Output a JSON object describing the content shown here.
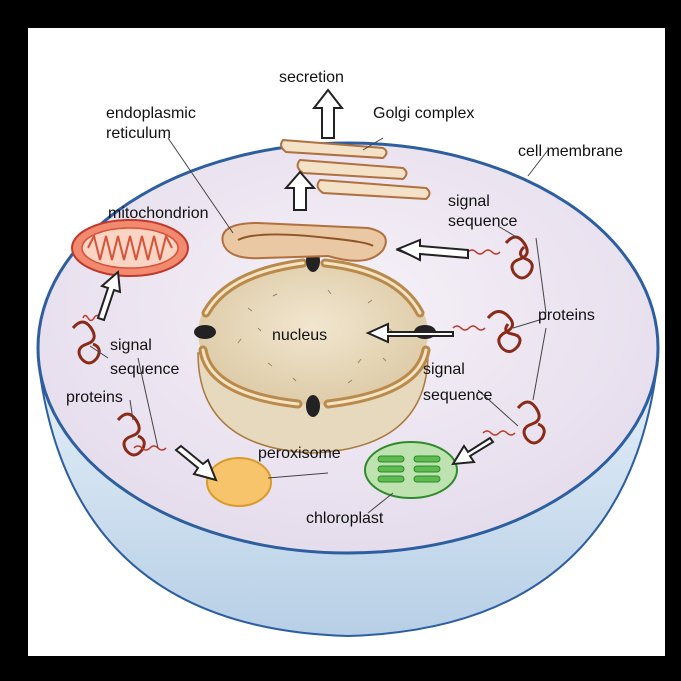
{
  "labels": {
    "secretion": "secretion",
    "golgi": "Golgi complex",
    "endoplasmic": "endoplasmic",
    "reticulum": "reticulum",
    "cell_membrane": "cell membrane",
    "signal_1": "signal",
    "sequence_1": "sequence",
    "mitochondrion": "mitochondrion",
    "proteins_right": "proteins",
    "nucleus": "nucleus",
    "signal_2": "signal",
    "sequence_2": "sequence",
    "signal_3": "signal",
    "sequence_3": "sequence",
    "proteins_left": "proteins",
    "peroxisome": "peroxisome",
    "chloroplast": "chloroplast"
  },
  "colors": {
    "cytoplasm": "#efe9f3",
    "membrane_side": "#d6e6f3",
    "membrane_edge": "#2d5fa0",
    "nucleus_fill": "#eadfc7",
    "nuclear_envelope": "#b98a4c",
    "organelle_orange": "#c86d3a",
    "mitochondrion": "#e8553a",
    "peroxisome": "#f7c46b",
    "chloroplast": "#56b04a",
    "protein": "#8a2a17",
    "signal": "#c0392b"
  }
}
